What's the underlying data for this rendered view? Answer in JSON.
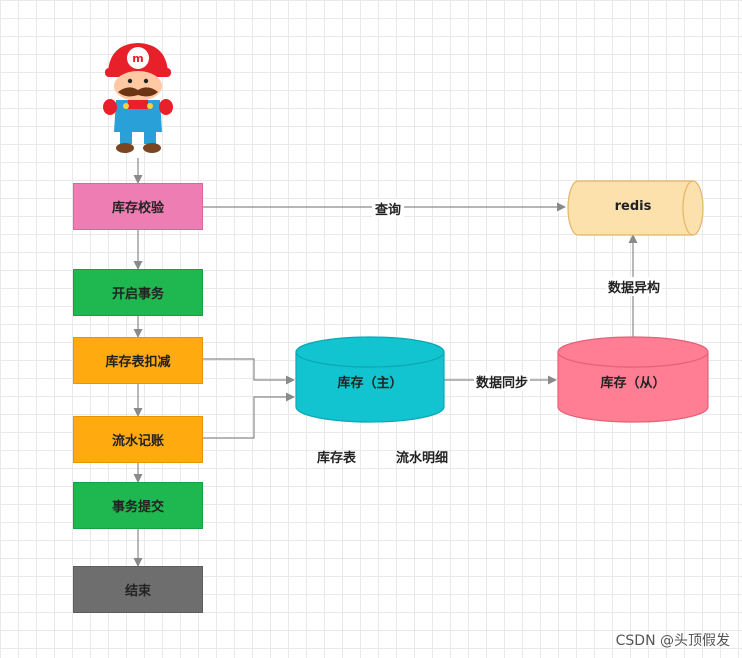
{
  "steps": {
    "check": "库存校验",
    "begin_tx": "开启事务",
    "deduct": "库存表扣减",
    "ledger": "流水记账",
    "commit": "事务提交",
    "end": "结束"
  },
  "stores": {
    "redis": "redis",
    "master": "库存（主）",
    "slave": "库存（从）"
  },
  "edge_labels": {
    "query": "查询",
    "sync": "数据同步",
    "hetero": "数据异构"
  },
  "tables": {
    "stock_table": "库存表",
    "flow_detail": "流水明细"
  },
  "watermark": "CSDN @头顶假发",
  "colors": {
    "pink": "#ee7db3",
    "green": "#1fb74f",
    "orange": "#ffab10",
    "gray": "#6e6e6e",
    "cyan": "#12c4cf",
    "rose": "#ff7e93",
    "cream": "#fde1ad"
  },
  "icons": {
    "mascot": "mario-icon"
  }
}
